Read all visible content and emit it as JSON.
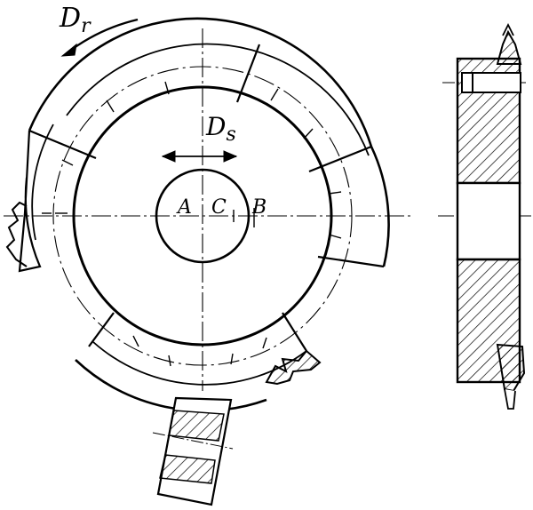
{
  "labels": {
    "feed_motion": "D",
    "feed_sub": "r",
    "axial_motion": "D",
    "axial_sub": "s",
    "point_a": "A",
    "point_b": "B",
    "point_c": "C"
  },
  "colors": {
    "ink": "#000000",
    "paper": "#ffffff"
  }
}
